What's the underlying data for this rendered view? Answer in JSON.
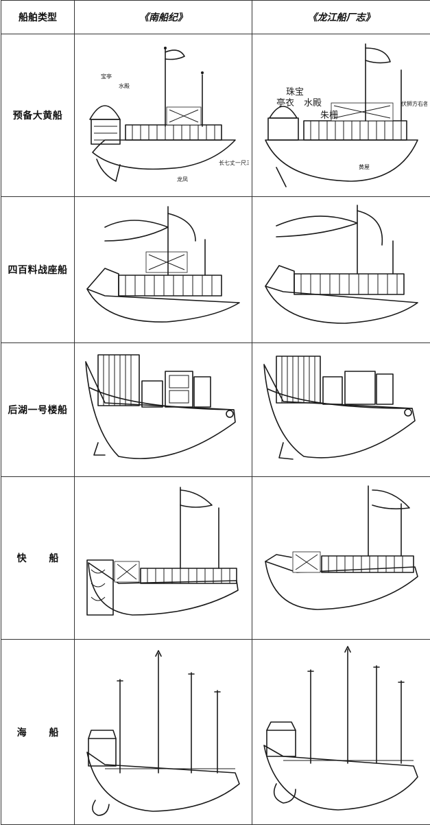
{
  "table": {
    "headers": [
      "船舶类型",
      "《南船纪》",
      "《龙江船厂志》"
    ],
    "rows": [
      {
        "type": "预备大黄船"
      },
      {
        "type": "四百料战座船"
      },
      {
        "type": "后湖一号楼船"
      },
      {
        "type": "快 船"
      },
      {
        "type": "海 船"
      }
    ]
  },
  "annotations": {
    "row1_nanchuanji": {
      "tags": [
        "宝亭",
        "水殿",
        "龙凤"
      ],
      "dims": "长七丈一尺三寸"
    },
    "row1_longjiang": {
      "tags": [
        "亭衣",
        "珠宝",
        "水殿",
        "朱栅",
        "黄屋"
      ],
      "dims": "伏狮方右各长一尺五寸"
    }
  }
}
